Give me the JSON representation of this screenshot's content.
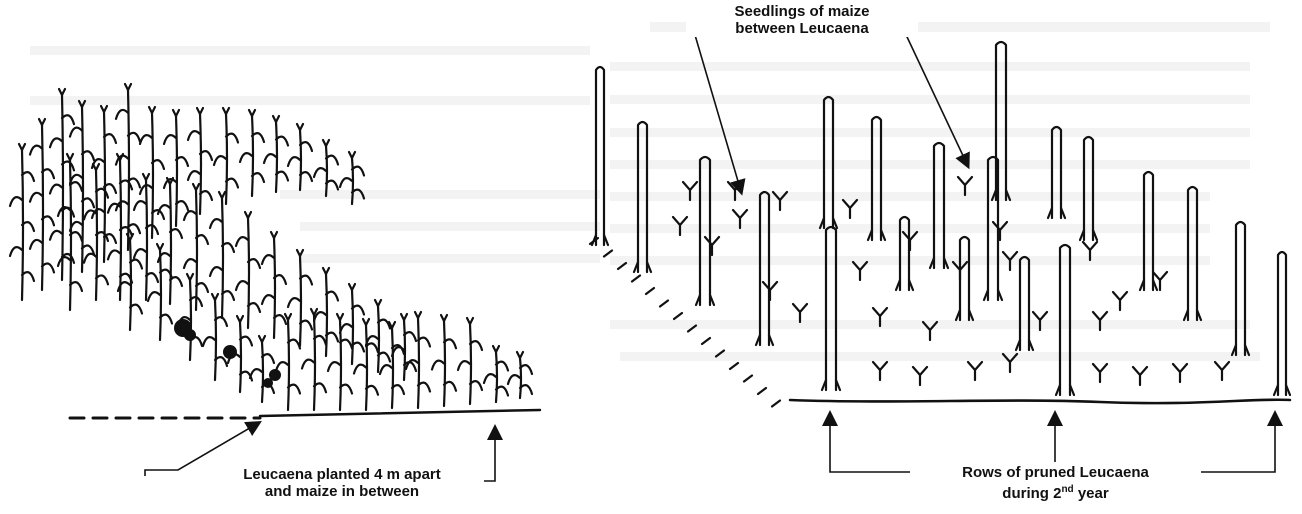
{
  "labels": {
    "seedlings_line1": "Seedlings of maize",
    "seedlings_line2": "between Leucaena",
    "left_line1": "Leucaena planted 4 m apart",
    "left_line2": "and maize in between",
    "rows_line1": "Rows of pruned Leucaena",
    "rows_line2_prefix": "during 2",
    "rows_line2_sup": "nd",
    "rows_line2_suffix": " year"
  },
  "colors": {
    "ink": "#111111",
    "background": "#ffffff",
    "ghost_text": "#d4d4d4"
  }
}
